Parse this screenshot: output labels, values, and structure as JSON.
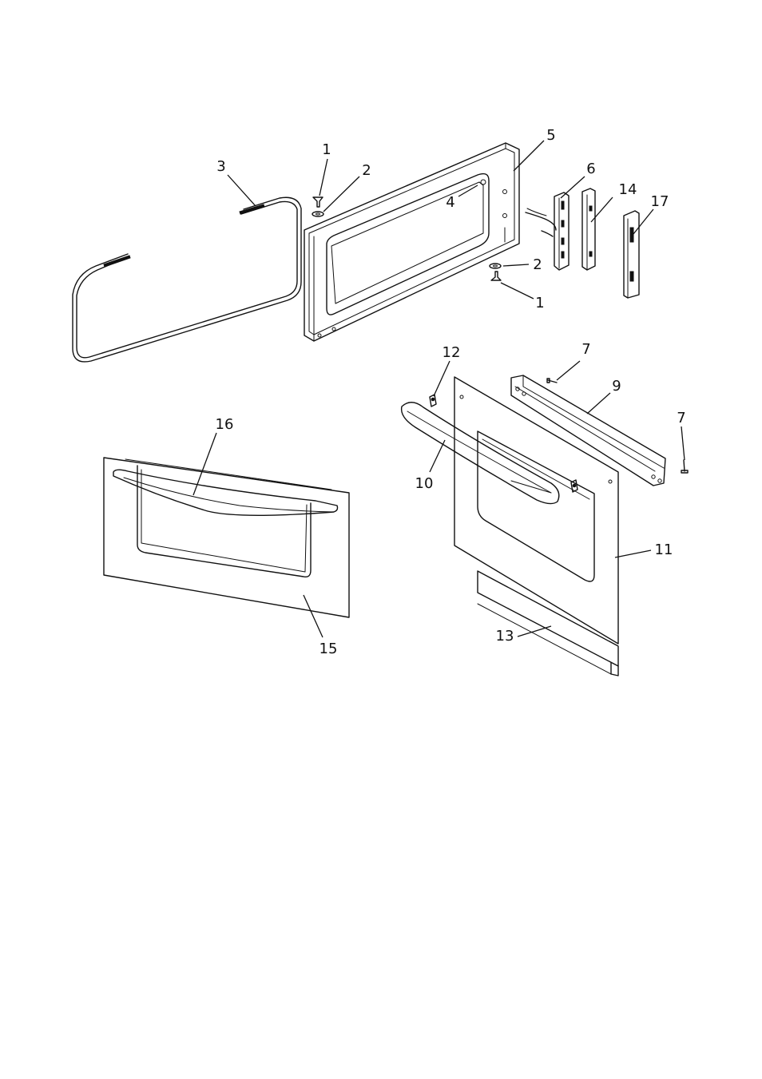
{
  "callouts": [
    {
      "id": "c1a",
      "label": "1"
    },
    {
      "id": "c2a",
      "label": "2"
    },
    {
      "id": "c3",
      "label": "3"
    },
    {
      "id": "c4",
      "label": "4"
    },
    {
      "id": "c5",
      "label": "5"
    },
    {
      "id": "c6",
      "label": "6"
    },
    {
      "id": "c14",
      "label": "14"
    },
    {
      "id": "c17",
      "label": "17"
    },
    {
      "id": "c2b",
      "label": "2"
    },
    {
      "id": "c1b",
      "label": "1"
    },
    {
      "id": "c12",
      "label": "12"
    },
    {
      "id": "c7a",
      "label": "7"
    },
    {
      "id": "c9",
      "label": "9"
    },
    {
      "id": "c7b",
      "label": "7"
    },
    {
      "id": "c16",
      "label": "16"
    },
    {
      "id": "c10",
      "label": "10"
    },
    {
      "id": "c11",
      "label": "11"
    },
    {
      "id": "c15",
      "label": "15"
    },
    {
      "id": "c13",
      "label": "13"
    }
  ],
  "colors": {
    "line": "#111111",
    "background": "#ffffff"
  }
}
